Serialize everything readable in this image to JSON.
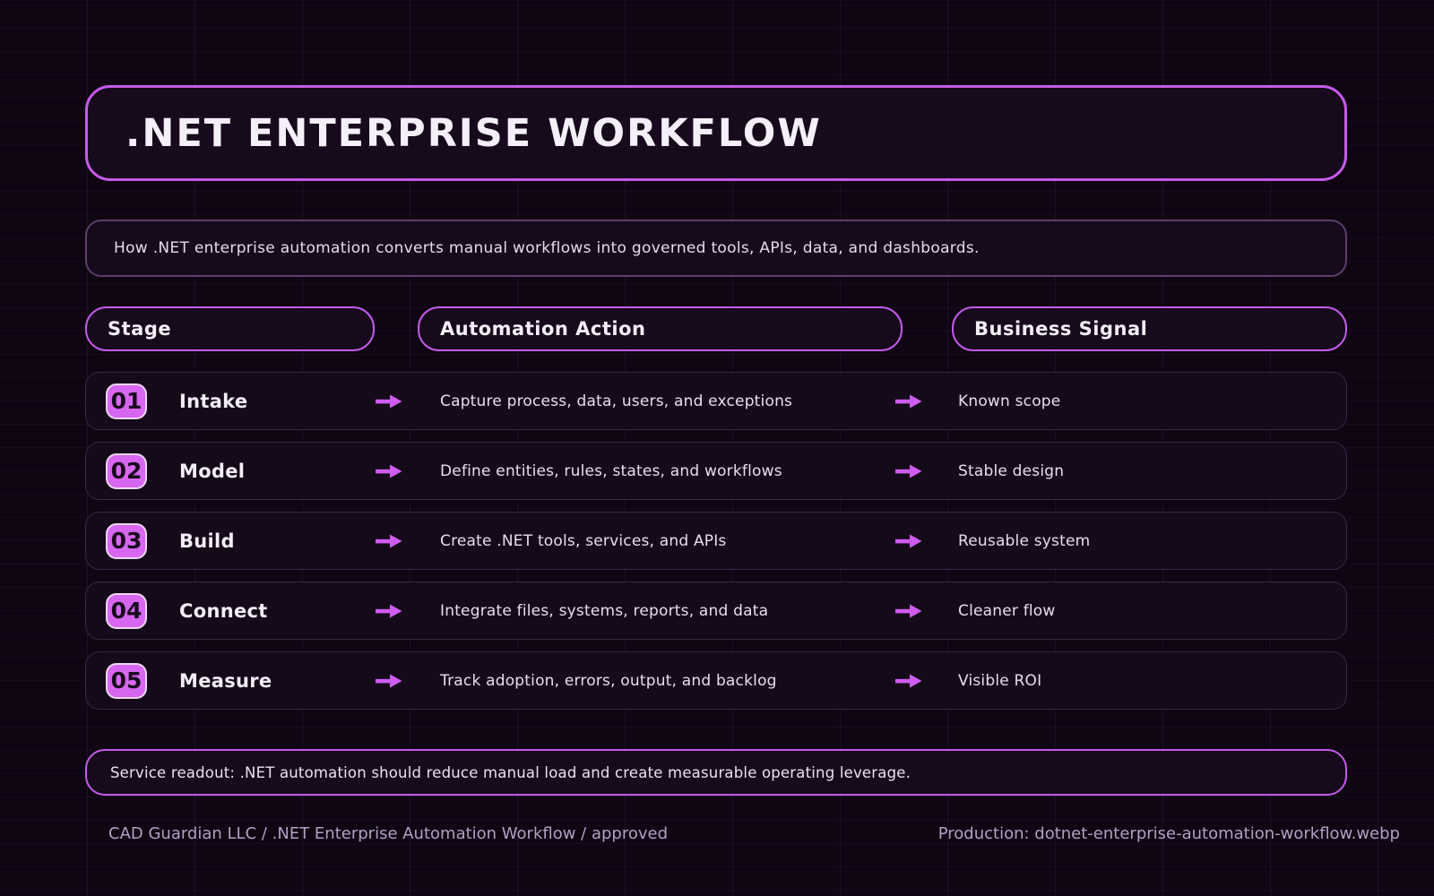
{
  "title": ".NET ENTERPRISE WORKFLOW",
  "subtitle": "How .NET enterprise automation converts manual workflows into governed tools, APIs, data, and dashboards.",
  "columns": {
    "stage": "Stage",
    "action": "Automation Action",
    "signal": "Business Signal"
  },
  "rows": [
    {
      "number": "01",
      "stage": "Intake",
      "action": "Capture process, data, users, and exceptions",
      "signal": "Known scope"
    },
    {
      "number": "02",
      "stage": "Model",
      "action": "Define entities, rules, states, and workflows",
      "signal": "Stable design"
    },
    {
      "number": "03",
      "stage": "Build",
      "action": "Create .NET tools, services, and APIs",
      "signal": "Reusable system"
    },
    {
      "number": "04",
      "stage": "Connect",
      "action": "Integrate files, systems, reports, and data",
      "signal": "Cleaner flow"
    },
    {
      "number": "05",
      "stage": "Measure",
      "action": "Track adoption, errors, output, and backlog",
      "signal": "Visible ROI"
    }
  ],
  "readout": "Service readout: .NET automation should reduce manual load and create measurable operating leverage.",
  "footer": {
    "left": "CAD Guardian LLC / .NET Enterprise Automation Workflow / approved",
    "right": "Production: dotnet-enterprise-automation-workflow.webp"
  },
  "icons": {
    "flow_arrow": "arrow-right"
  },
  "colors": {
    "accent_border": "#c45bea",
    "badge_fill": "#d767f1",
    "arrow": "#cf5cf0",
    "background": "#0f0513"
  }
}
